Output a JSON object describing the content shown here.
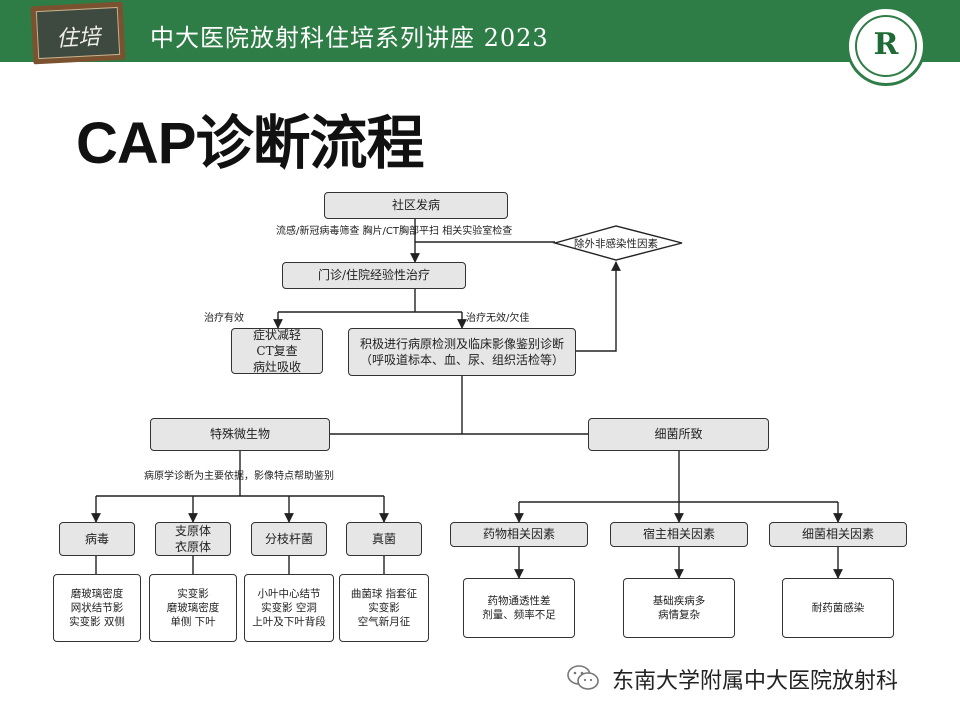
{
  "header": {
    "badge_text": "住培",
    "title": "中大医院放射科住培系列讲座 2023"
  },
  "logo": {
    "letter": "R"
  },
  "page": {
    "title": "CAP诊断流程"
  },
  "diagram": {
    "nodes": {
      "community_onset": "社区发病",
      "outpatient_treatment": "门诊/住院经验性治疗",
      "exclude_noninfectious": "除外非感染性因素",
      "improved_results": [
        "症状减轻",
        "CT复查",
        "病灶吸收"
      ],
      "active_diagnosis": [
        "积极进行病原检测及临床影像鉴别诊断",
        "（呼吸道标本、血、尿、组织活检等）"
      ],
      "special_microorganism": "特殊微生物",
      "bacterial": "细菌所致",
      "virus": "病毒",
      "mycoplasma": [
        "支原体",
        "衣原体"
      ],
      "mycobacterium": "分枝杆菌",
      "fungus": "真菌",
      "virus_findings": [
        "磨玻璃密度",
        "网状结节影",
        "实变影 双侧"
      ],
      "mycoplasma_findings": [
        "实变影",
        "磨玻璃密度",
        "单侧 下叶"
      ],
      "mycobacterium_findings": [
        "小叶中心结节",
        "实变影 空洞",
        "上叶及下叶背段"
      ],
      "fungus_findings": [
        "曲菌球 指套征",
        "实变影",
        "空气新月征"
      ],
      "drug_factors": "药物相关因素",
      "host_factors": "宿主相关因素",
      "bacteria_factors": "细菌相关因素",
      "drug_details": [
        "药物通透性差",
        "剂量、频率不足"
      ],
      "host_details": [
        "基础疾病多",
        "病情复杂"
      ],
      "bacteria_details": [
        "耐药菌感染"
      ]
    },
    "labels": {
      "screening": [
        "流感/新冠病毒筛查",
        "胸片/CT胸部平扫",
        "相关实验室检查"
      ],
      "effective": "治疗有效",
      "ineffective": "治疗无效/欠佳",
      "pathogen_note": "病原学诊断为主要依据，影像特点帮助鉴别"
    }
  },
  "watermark": {
    "text": "东南大学附属中大医院放射科"
  }
}
